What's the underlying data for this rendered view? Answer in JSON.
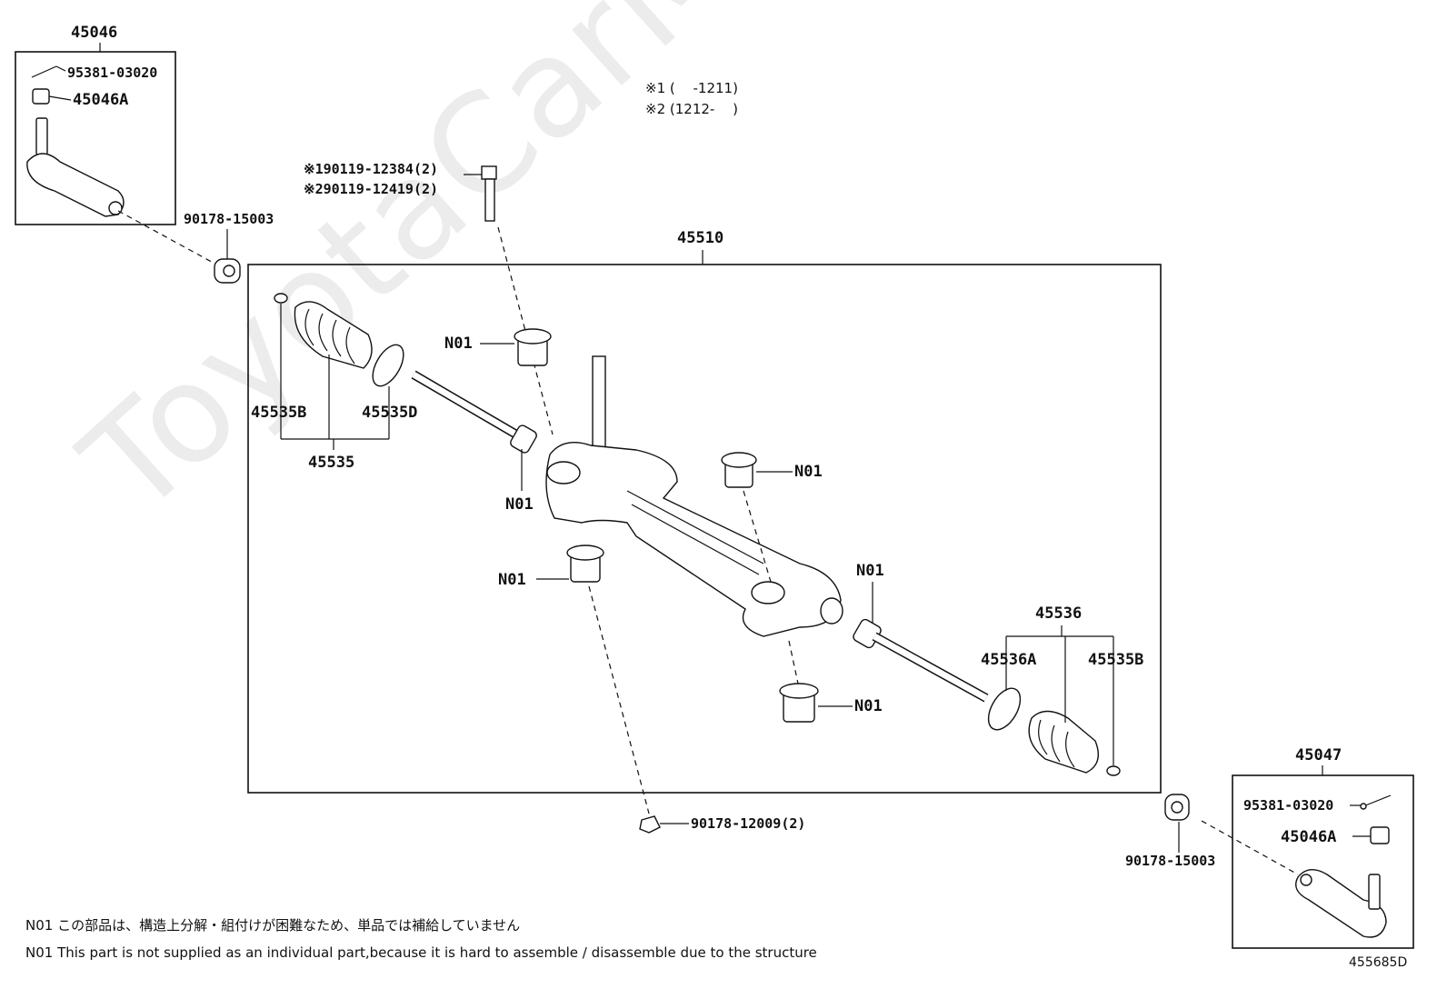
{
  "watermark": "ToyotaCarMine.ru",
  "notes": {
    "line1": "※1 (　 -1211)",
    "line2": "※2 (1212-　 )"
  },
  "labels": {
    "tie_rod_end_lh": "45046",
    "cotter_pin_lh": "95381-03020",
    "nut_lh": "45046A",
    "nut_lh_washer": "90178-15003",
    "bolt_1": "※190119-12384(2)",
    "bolt_2": "※290119-12419(2)",
    "gear_assy": "45510",
    "n01_a": "N01",
    "n01_b": "N01",
    "n01_c": "N01",
    "n01_d": "N01",
    "n01_e": "N01",
    "n01_f": "N01",
    "boot_clamp_lh": "45535B",
    "boot_clip_lh": "45535D",
    "boot_set": "45535",
    "rack_end_rh": "45536",
    "rack_end_rh_a": "45536A",
    "boot_clamp_rh": "45535B",
    "nut_bottom": "90178-12009(2)",
    "tie_rod_end_rh": "45047",
    "cotter_pin_rh": "95381-03020",
    "nut_rh": "45046A",
    "nut_rh_washer": "90178-15003"
  },
  "legend": {
    "jp": "N01 この部品は、構造上分解・組付けが困難なため、単品では補給していません",
    "en": "N01 This part is not supplied as an individual part,because it is hard to assemble / disassemble due to the structure"
  },
  "diagram_id": "455685D"
}
